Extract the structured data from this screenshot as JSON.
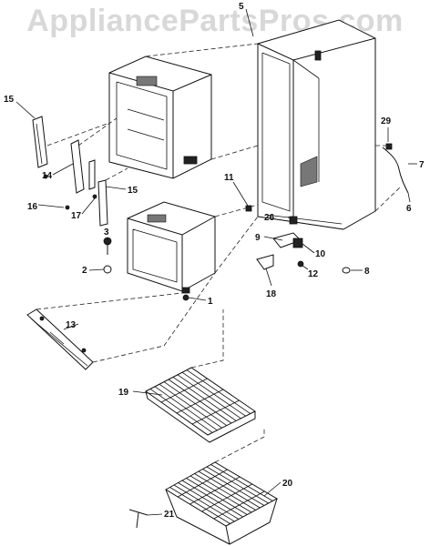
{
  "watermark": "AppliancePartsPros.com",
  "callouts": {
    "c1": "1",
    "c2": "2",
    "c3": "3",
    "c5": "5",
    "c6": "6",
    "c7": "7",
    "c8": "8",
    "c9": "9",
    "c10": "10",
    "c11": "11",
    "c12": "12",
    "c13": "13",
    "c14": "14",
    "c15a": "15",
    "c15b": "15",
    "c16": "16",
    "c17": "17",
    "c18": "18",
    "c19": "19",
    "c20": "20",
    "c21": "21",
    "c26": "26",
    "c29": "29"
  }
}
